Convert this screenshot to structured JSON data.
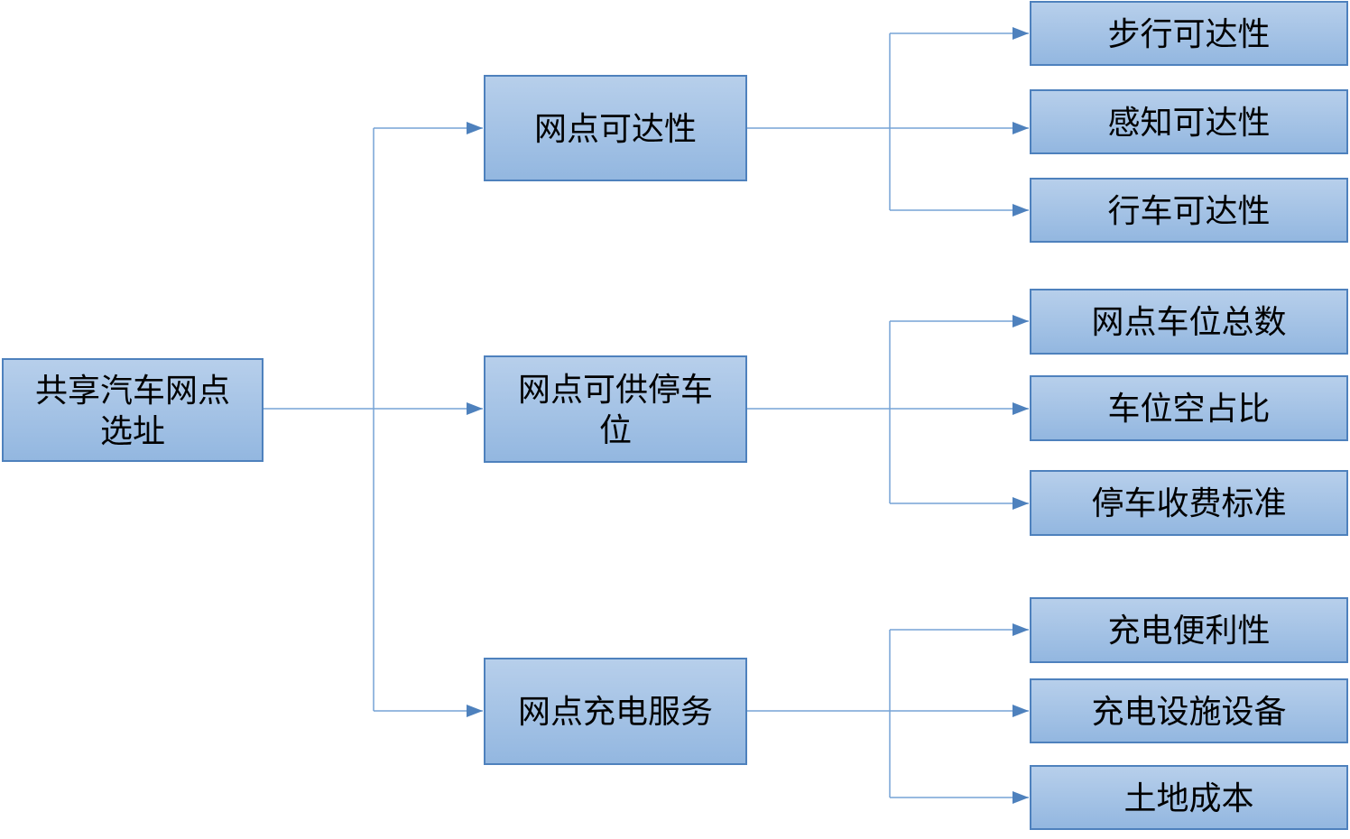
{
  "diagram": {
    "title_implicit": "共享汽车网点选址评价指标结构图",
    "root": {
      "label": "共享汽车网点选址"
    },
    "branches": [
      {
        "label": "网点可达性",
        "children": [
          {
            "label": "步行可达性"
          },
          {
            "label": "感知可达性"
          },
          {
            "label": "行车可达性"
          }
        ]
      },
      {
        "label": "网点可供停车位",
        "children": [
          {
            "label": "网点车位总数"
          },
          {
            "label": "车位空占比"
          },
          {
            "label": "停车收费标准"
          }
        ]
      },
      {
        "label": "网点充电服务",
        "children": [
          {
            "label": "充电便利性"
          },
          {
            "label": "充电设施设备"
          },
          {
            "label": "土地成本"
          }
        ]
      }
    ],
    "colors": {
      "background": "#ffffff",
      "box_fill_top": "#b7cfeb",
      "box_fill_bottom": "#93b7e0",
      "box_border": "#4e81bd",
      "connector": "#76a3d6",
      "arrow": "#4e81bd",
      "text": "#000000"
    }
  }
}
